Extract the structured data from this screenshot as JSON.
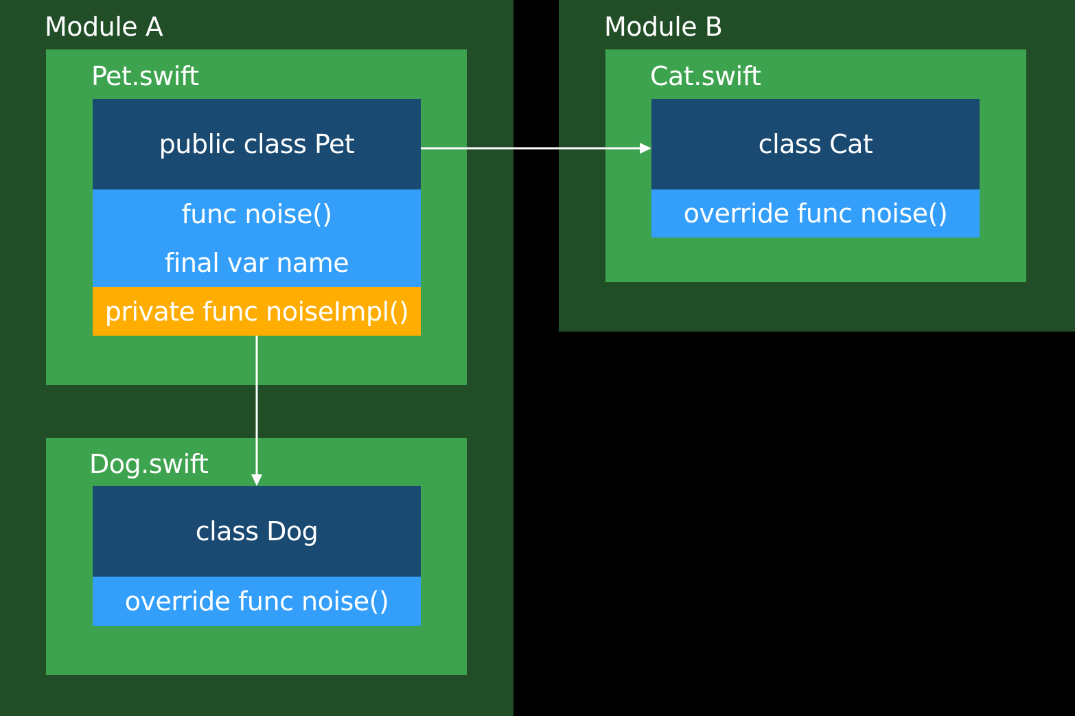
{
  "modules": {
    "a": {
      "title": "Module A",
      "pet_file": {
        "title": "Pet.swift",
        "class_name": "public class Pet",
        "members": [
          "func noise()",
          "final var name"
        ],
        "private_member": "private func noiseImpl()"
      },
      "dog_file": {
        "title": "Dog.swift",
        "class_name": "class Dog",
        "members": [
          "override func noise()"
        ]
      }
    },
    "b": {
      "title": "Module B",
      "cat_file": {
        "title": "Cat.swift",
        "class_name": "class Cat",
        "members": [
          "override func noise()"
        ]
      }
    }
  },
  "colors": {
    "background": "#000000",
    "module": "#214d27",
    "file": "#3ea34e",
    "class_header": "#1a4a72",
    "members": "#339ffb",
    "private_member": "#ffad00",
    "arrow": "#ffffff"
  }
}
